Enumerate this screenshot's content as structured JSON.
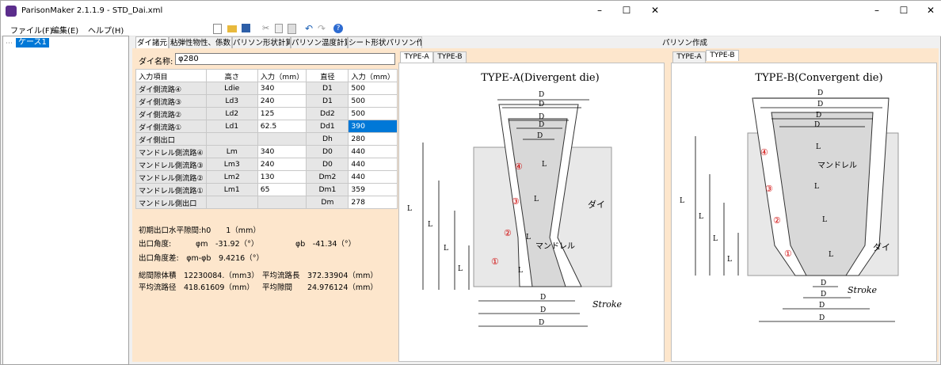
{
  "window": {
    "title": "ParisonMaker 2.1.1.9 - STD_Dai.xml"
  },
  "menu": {
    "file": "ファイル(F)",
    "edit": "編集(E)",
    "help": "ヘルプ(H)"
  },
  "tree": {
    "root": "ケース1"
  },
  "tabs": {
    "t1": "ダイ諸元",
    "t2": "粘弾性物性、係数",
    "t3": "パリソン形状計算",
    "t4": "パリソン温度計算",
    "t5": "シート形状パリソン作成",
    "t6": "パリソン作成"
  },
  "die": {
    "name_label": "ダイ名称:",
    "name_value": "φ280"
  },
  "grid": {
    "headers": [
      "入力項目",
      "高さ",
      "入力（mm）",
      "直径",
      "入力（mm）"
    ],
    "rows": [
      [
        "ダイ側流路④",
        "Ldie",
        "340",
        "D1",
        "500"
      ],
      [
        "ダイ側流路③",
        "Ld3",
        "240",
        "D1",
        "500"
      ],
      [
        "ダイ側流路②",
        "Ld2",
        "125",
        "Dd2",
        "500"
      ],
      [
        "ダイ側流路①",
        "Ld1",
        "62.5",
        "Dd1",
        "390"
      ],
      [
        "ダイ側出口",
        "",
        "",
        "Dh",
        "280"
      ],
      [
        "マンドレル側流路④",
        "Lm",
        "340",
        "D0",
        "440"
      ],
      [
        "マンドレル側流路③",
        "Lm3",
        "240",
        "D0",
        "440"
      ],
      [
        "マンドレル側流路②",
        "Lm2",
        "130",
        "Dm2",
        "440"
      ],
      [
        "マンドレル側流路①",
        "Lm1",
        "65",
        "Dm1",
        "359"
      ],
      [
        "マンドレル側出口",
        "",
        "",
        "Dm",
        "278"
      ]
    ]
  },
  "info": {
    "h0": "初期出口水平隙間:h0　　1（mm）",
    "angle_label": "出口角度:",
    "phi_m": "φm　-31.92（°）",
    "phi_b": "φb　-41.34（°）",
    "diff": "出口角度差:　φm-φb　9.4216（°）",
    "volume": "総間隙体積　12230084.（mm3）",
    "avg_len": "平均流路長　372.33904（mm）",
    "avg_dia": "平均流路径　418.61609（mm）",
    "avg_gap": "平均隙間　　24.976124（mm）"
  },
  "panelA": {
    "tab_a": "TYPE-A",
    "tab_b": "TYPE-B",
    "title": "TYPE-A(Divergent die)",
    "die": "ダイ",
    "mandrel": "マンドレル",
    "stroke": "Stroke"
  },
  "panelB": {
    "tab_a": "TYPE-A",
    "tab_b": "TYPE-B",
    "title": "TYPE-B(Convergent die)",
    "die": "ダイ",
    "mandrel": "マンドレル",
    "stroke": "Stroke"
  },
  "colors": {
    "peach": "#fde6cc",
    "selection": "#0078d7",
    "accent_red": "#d00000"
  }
}
